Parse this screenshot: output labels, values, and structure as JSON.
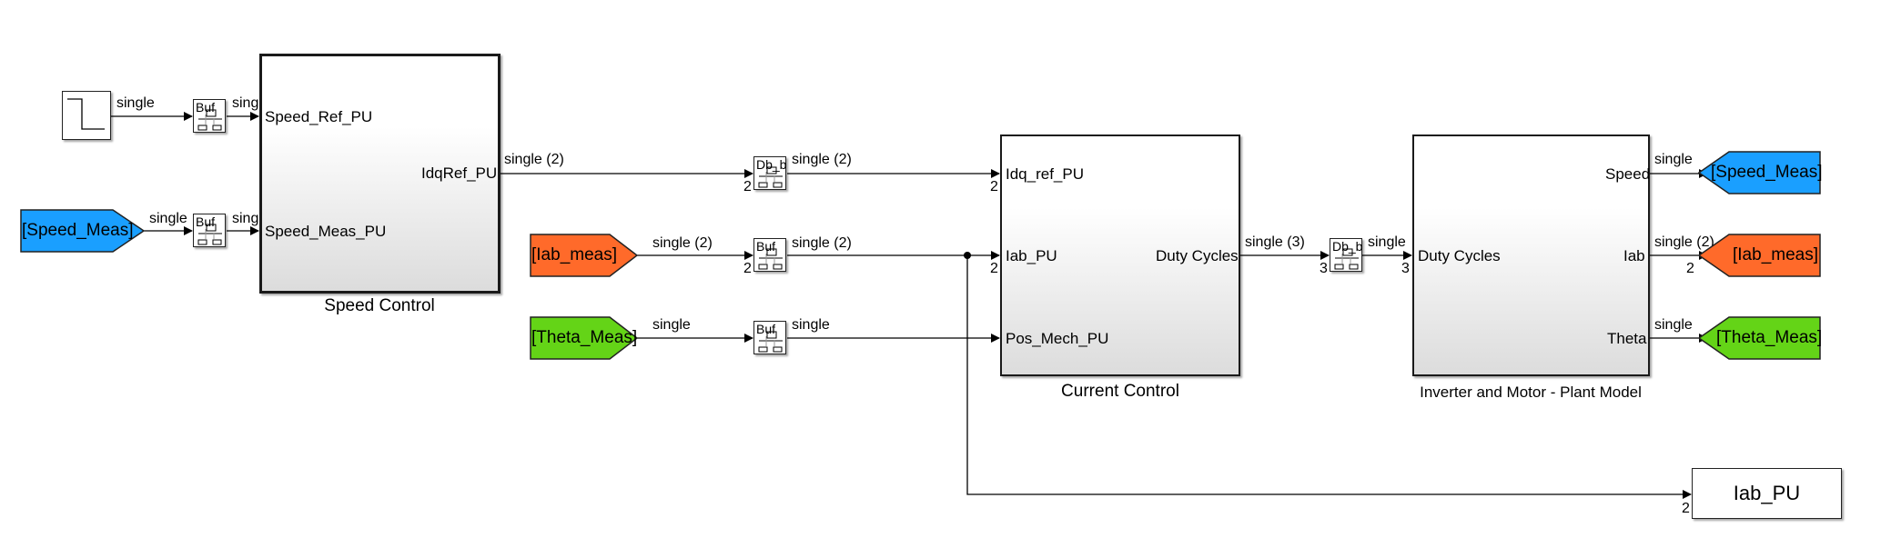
{
  "colors": {
    "speed_tag": "#1a9fff",
    "iab_tag": "#ff6a2a",
    "theta_tag": "#64d417"
  },
  "blocks": {
    "step": {
      "icon": "step-function-icon"
    },
    "speed_control": {
      "label": "Speed Control",
      "inputs": [
        "Speed_Ref_PU",
        "Speed_Meas_PU"
      ],
      "outputs": [
        "IdqRef_PU"
      ]
    },
    "current_control": {
      "label": "Current Control",
      "inputs": [
        "Idq_ref_PU",
        "Iab_PU",
        "Pos_Mech_PU"
      ],
      "outputs": [
        "Duty Cycles"
      ]
    },
    "plant": {
      "label": "Inverter and Motor - Plant Model",
      "inputs": [
        "Duty Cycles"
      ],
      "outputs": [
        "Speed",
        "Iab",
        "Theta"
      ]
    },
    "iab_pu_out": {
      "label": "Iab_PU"
    },
    "buffers": [
      {
        "label": "Buf"
      },
      {
        "label": "Buf"
      },
      {
        "label": "Db_b"
      },
      {
        "label": "Buf"
      },
      {
        "label": "Buf"
      },
      {
        "label": "Db_b"
      }
    ]
  },
  "tags": {
    "from_speed_meas": "[Speed_Meas]",
    "from_iab_meas": "[Iab_meas]",
    "from_theta_meas": "[Theta_Meas]",
    "goto_speed_meas": "[Speed_Meas]",
    "goto_iab_meas": "[Iab_meas]",
    "goto_theta_meas": "[Theta_Meas]"
  },
  "signals": {
    "step_out": "single",
    "buf1_out": "single",
    "speed_from_out": "single",
    "buf2_out": "single",
    "idqref_out": "single (2)",
    "db1_out": "single (2)",
    "iab_from_out": "single (2)",
    "buf3_out": "single (2)",
    "theta_from_out": "single",
    "buf4_out": "single",
    "duty_out": "single (3)",
    "db2_out": "single",
    "plant_speed": "single",
    "plant_iab": "single (2)",
    "plant_theta": "single"
  },
  "dims": {
    "db1_in": "2",
    "cc_idq_in": "2",
    "buf3_in": "2",
    "cc_iab_in": "2",
    "db2_in": "3",
    "plant_in": "3",
    "goto_iab_in": "2",
    "iab_pu_in": "2"
  }
}
